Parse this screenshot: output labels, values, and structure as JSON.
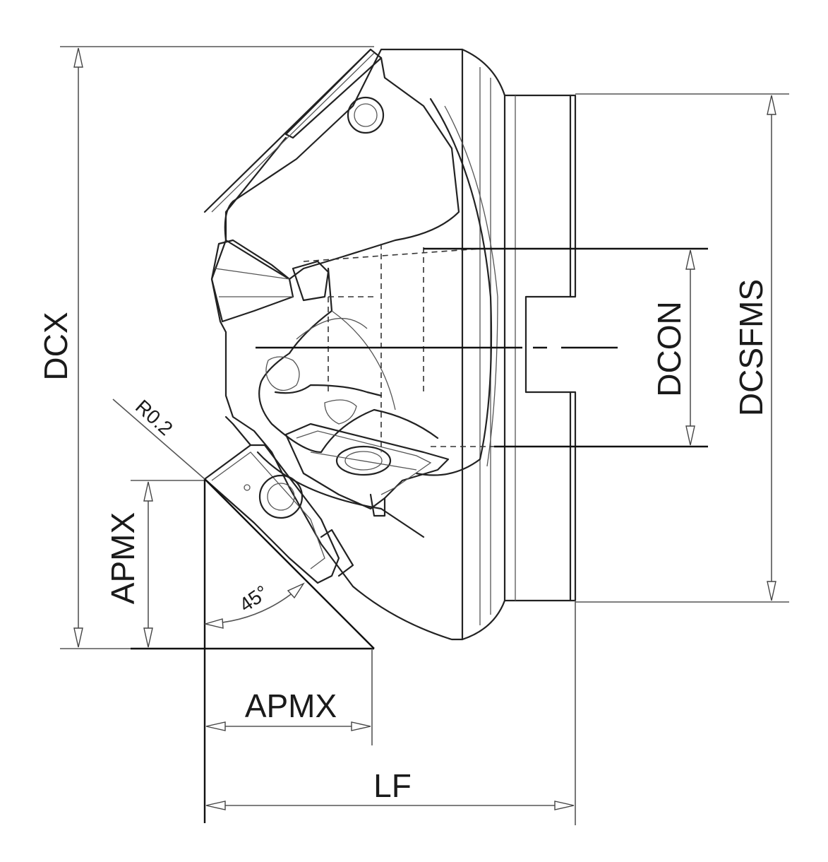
{
  "labels": {
    "dcx": "DCX",
    "apmx_vertical": "APMX",
    "apmx_horizontal": "APMX",
    "lf": "LF",
    "dcon": "DCON",
    "dcsfms": "DCSFMS",
    "corner_radius": "R0.2",
    "angle": "45°"
  }
}
